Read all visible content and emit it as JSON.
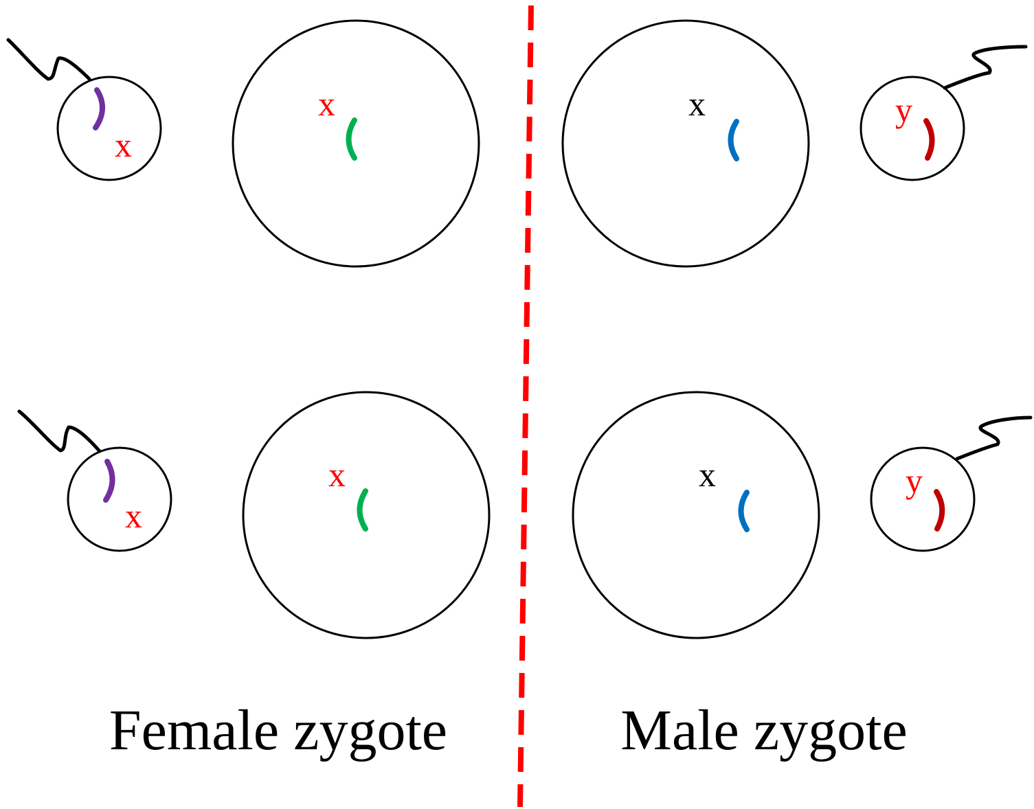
{
  "colors": {
    "outline": "#000000",
    "divider": "#ff0000",
    "label_red": "#ff0000",
    "label_black": "#000000",
    "sperm_x_chromosome": "#7030a0",
    "egg_x_chromosome_female_side": "#00b050",
    "egg_x_chromosome_male_side": "#0070c0",
    "sperm_y_chromosome": "#c00000"
  },
  "female_side": {
    "caption": "Female zygote",
    "top_row": {
      "sperm": {
        "chromosome_label": "x",
        "icon": "sperm-icon"
      },
      "egg": {
        "chromosome_label": "x",
        "icon": "egg-cell"
      }
    },
    "bottom_row": {
      "sperm": {
        "chromosome_label": "x",
        "icon": "sperm-icon"
      },
      "egg": {
        "chromosome_label": "x",
        "icon": "egg-cell"
      }
    }
  },
  "male_side": {
    "caption": "Male zygote",
    "top_row": {
      "egg": {
        "chromosome_label": "x",
        "icon": "egg-cell"
      },
      "sperm": {
        "chromosome_label": "y",
        "icon": "sperm-icon"
      }
    },
    "bottom_row": {
      "egg": {
        "chromosome_label": "x",
        "icon": "egg-cell"
      },
      "sperm": {
        "chromosome_label": "y",
        "icon": "sperm-icon"
      }
    }
  }
}
